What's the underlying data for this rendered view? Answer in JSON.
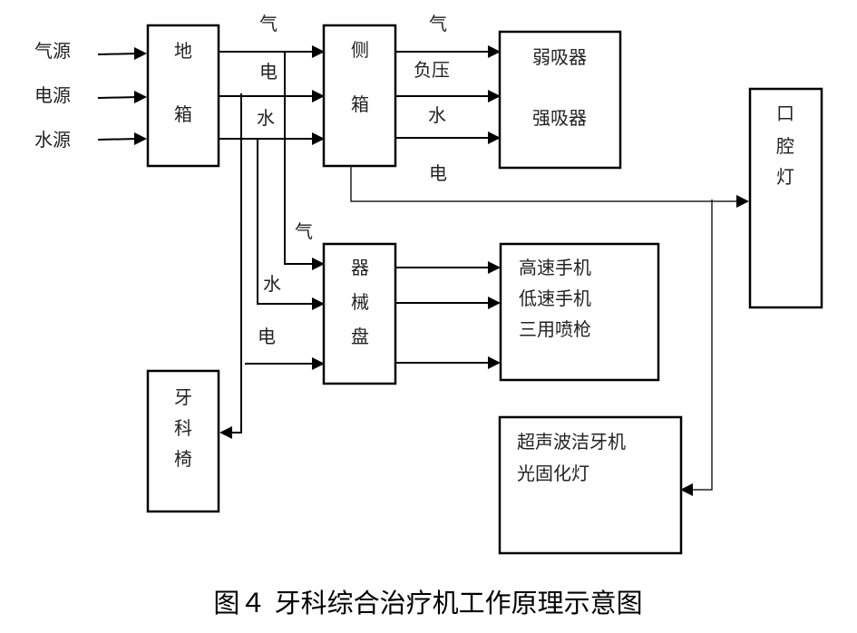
{
  "caption": "图４ 牙科综合治疗机工作原理示意图",
  "sources": {
    "air": "气源",
    "power": "电源",
    "water": "水源"
  },
  "nodes": {
    "floor_box": {
      "lines": [
        "地",
        "箱"
      ]
    },
    "side_box": {
      "lines": [
        "侧",
        "箱"
      ]
    },
    "suction": {
      "lines": [
        "弱吸器",
        "强吸器"
      ]
    },
    "oral_light": {
      "lines": [
        "口",
        "腔",
        "灯"
      ]
    },
    "instrument_tray": {
      "lines": [
        "器",
        "械",
        "盘"
      ]
    },
    "handpieces": {
      "lines": [
        "高速手机",
        "低速手机",
        "三用喷枪"
      ]
    },
    "dental_chair": {
      "lines": [
        "牙",
        "科",
        "椅"
      ]
    },
    "scaler_curing": {
      "lines": [
        "超声波洁牙机",
        "光固化灯"
      ]
    }
  },
  "edge_labels": {
    "floor_to_side_air": "气",
    "floor_to_side_power": "电",
    "floor_to_side_water": "水",
    "side_to_suction_air": "气",
    "side_to_suction_vacuum": "负压",
    "side_to_suction_water": "水",
    "side_power": "电",
    "tray_air": "气",
    "tray_water": "水",
    "tray_power": "电"
  }
}
